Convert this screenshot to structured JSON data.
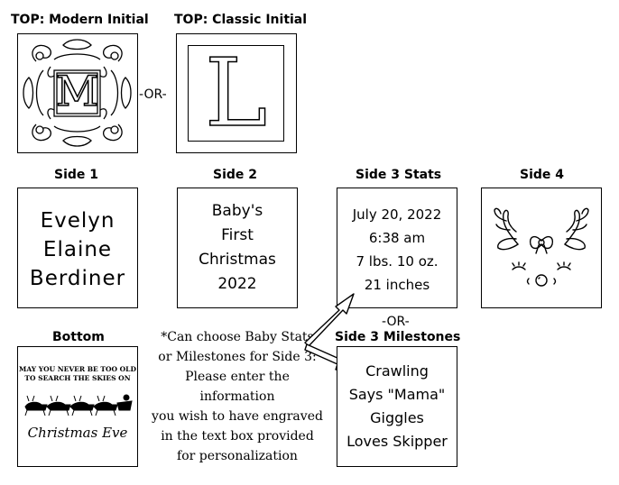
{
  "headers": {
    "top_modern": "TOP: Modern Initial",
    "top_classic": "TOP: Classic Initial",
    "side1": "Side 1",
    "side2": "Side 2",
    "side3_stats": "Side 3 Stats",
    "side4": "Side 4",
    "bottom": "Bottom",
    "side3_milestones": "Side 3 Milestones"
  },
  "or_labels": {
    "top": "-OR-",
    "side3": "-OR-"
  },
  "top": {
    "modern_letter": "M",
    "classic_letter": "L"
  },
  "side1": {
    "lines": [
      "Evelyn",
      "Elaine",
      "Berdiner"
    ]
  },
  "side2": {
    "lines": [
      "Baby's",
      "First",
      "Christmas",
      "2022"
    ]
  },
  "side3_stats": {
    "lines": [
      "July 20, 2022",
      "6:38 am",
      "7 lbs. 10 oz.",
      "21 inches"
    ]
  },
  "side3_milestones": {
    "lines": [
      "Crawling",
      "Says \"Mama\"",
      "Giggles",
      "Loves Skipper"
    ]
  },
  "bottom": {
    "line1": "MAY YOU NEVER BE TOO OLD",
    "line2": "TO SEARCH THE SKIES ON",
    "script": "Christmas Eve"
  },
  "note": {
    "lines": [
      "*Can choose Baby Stats",
      "or Milestones for Side 3:",
      "Please enter the information",
      "you wish to have engraved",
      "in the text box provided",
      "for personalization"
    ]
  }
}
